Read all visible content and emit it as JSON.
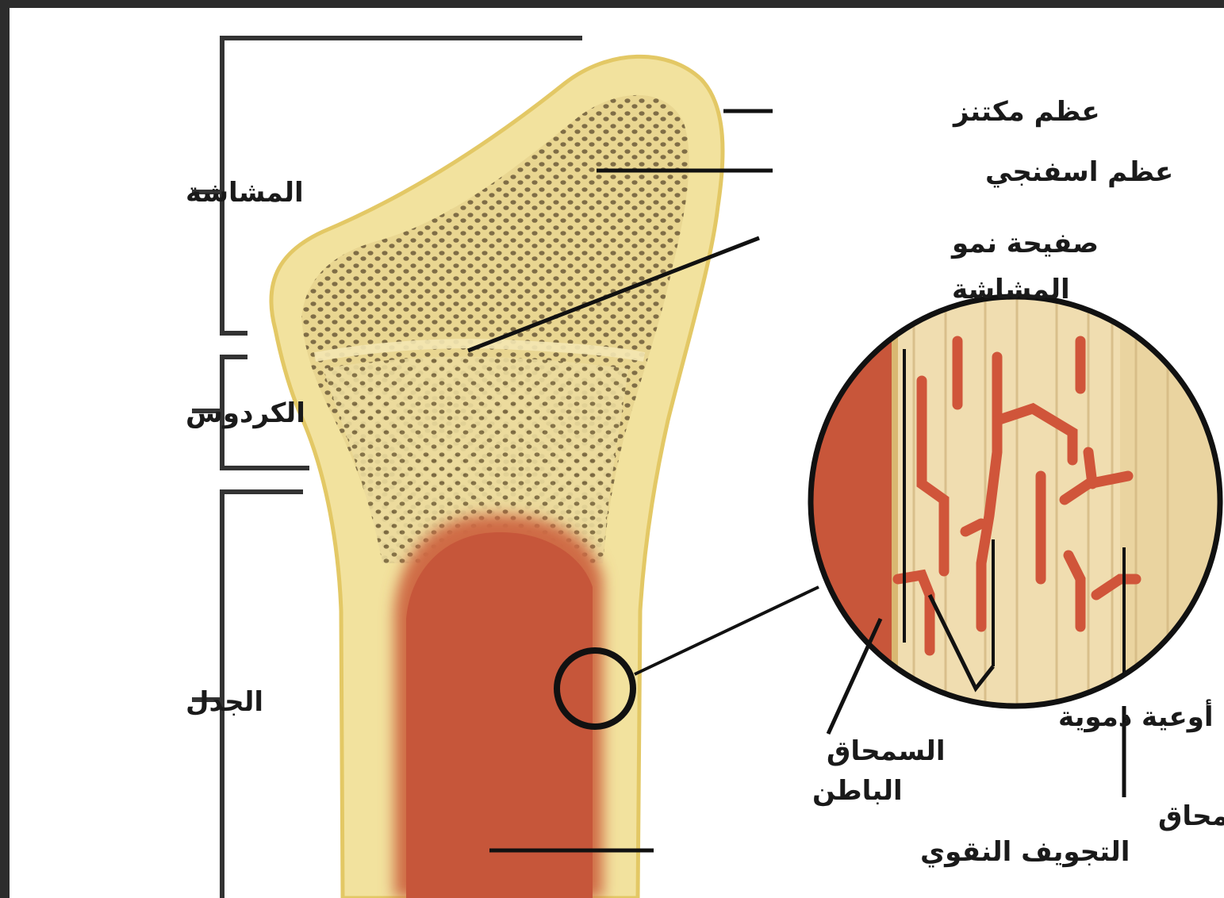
{
  "labels": {
    "epiphysis": "المشاشة",
    "metaphysis": "الكردوس",
    "diaphysis": "الجدل",
    "compact_bone": "عظم مكتنز",
    "spongy_bone": "عظم اسفنجي",
    "growth_plate_line1": "صفيحة نمو",
    "growth_plate_line2": "المشاشة",
    "blood_vessels": "أوعية دموية",
    "endosteum_line1": "السمحاق",
    "endosteum_line2": "الباطن",
    "periosteum": "السمحاق",
    "medullary_cavity": "التجويف النقوي"
  },
  "colors": {
    "bone_outer": "#f2e29e",
    "bone_edge": "#e3c865",
    "spongy_fill": "#e8d590",
    "spongy_dots": "#6b5836",
    "marrow": "#c6563a",
    "vessel": "#d0553a",
    "line": "#111111"
  }
}
